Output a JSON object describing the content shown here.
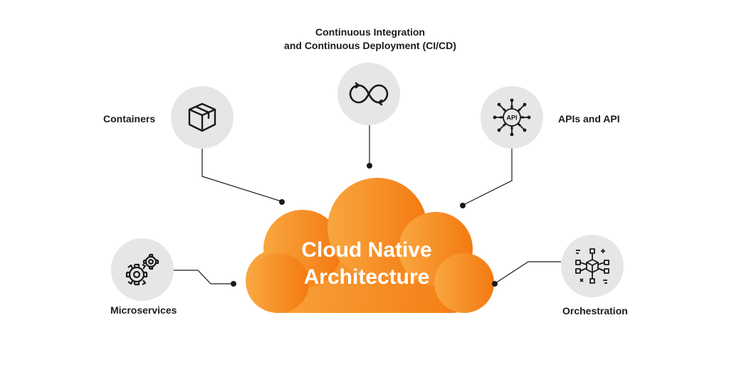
{
  "center": {
    "title_line1": "Cloud Native",
    "title_line2": "Architecture",
    "gradient_start": "#f9a640",
    "gradient_end": "#f37a10"
  },
  "nodes": {
    "cicd": {
      "label_line1": "Continuous Integration",
      "label_line2": "and Continuous Deployment (CI/CD)",
      "icon": "infinity-sync-icon"
    },
    "containers": {
      "label": "Containers",
      "icon": "box-icon"
    },
    "apis": {
      "label": "APIs and API",
      "icon": "api-gear-icon",
      "icon_text": "API"
    },
    "microservices": {
      "label": "Microservices",
      "icon": "gears-icon"
    },
    "orchestration": {
      "label": "Orchestration",
      "icon": "cube-network-icon"
    }
  },
  "colors": {
    "node_fill": "#e6e6e6",
    "connector": "#1a1a1a",
    "text": "#1c1c1c"
  }
}
